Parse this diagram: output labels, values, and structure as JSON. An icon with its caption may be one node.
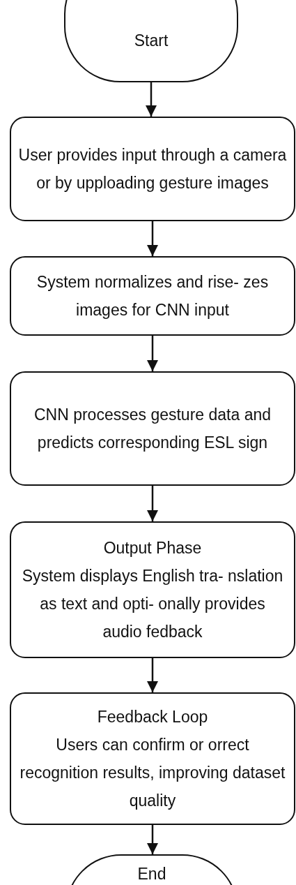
{
  "diagram": {
    "nodes": [
      {
        "text": [
          "Start"
        ]
      },
      {
        "text": [
          "User provides input through a camera or by upploading gesture images"
        ]
      },
      {
        "text": [
          "System normalizes and rise- zes images for CNN input"
        ]
      },
      {
        "text": [
          "CNN processes gesture data and predicts corresponding ESL sign"
        ]
      },
      {
        "text": [
          "Output Phase",
          "System displays English tra- nslation as text and opti- onally provides audio fedback"
        ]
      },
      {
        "text": [
          "Feedback Loop",
          "Users can confirm or orrect recognition results, improving dataset quality"
        ]
      },
      {
        "text": [
          "End"
        ]
      }
    ],
    "edges": [
      {
        "from": 0,
        "to": 1,
        "arrow": "to"
      },
      {
        "from": 1,
        "to": 2,
        "arrow": "to"
      },
      {
        "from": 2,
        "to": 3,
        "arrow": "to"
      },
      {
        "from": 3,
        "to": 4,
        "arrow": "to"
      },
      {
        "from": 4,
        "to": 5,
        "arrow": "to"
      },
      {
        "from": 5,
        "to": 6,
        "arrow": "to"
      }
    ]
  }
}
